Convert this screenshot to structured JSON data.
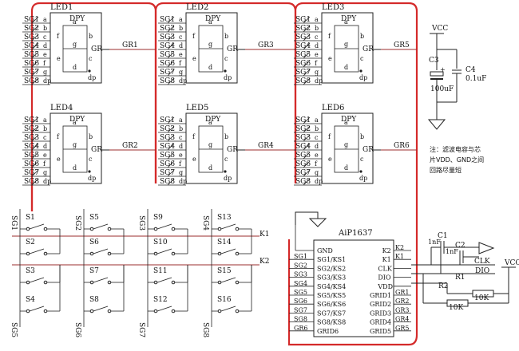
{
  "led": {
    "dpy": "DPY",
    "gr": "GR",
    "pins": [
      "SG1",
      "SG2",
      "SG3",
      "SG4",
      "SG5",
      "SG6",
      "SG7",
      "SG8"
    ],
    "segs": [
      "a",
      "b",
      "c",
      "d",
      "e",
      "f",
      "g",
      "dp"
    ],
    "inner": {
      "a": "a",
      "f": "f",
      "g": "g",
      "b": "b",
      "e": "e",
      "c": "c",
      "d": "d",
      "dp": "dp"
    },
    "modules": [
      {
        "name": "LED1",
        "net": "GR1"
      },
      {
        "name": "LED2",
        "net": "GR3"
      },
      {
        "name": "LED3",
        "net": "GR5"
      },
      {
        "name": "LED4",
        "net": "GR2"
      },
      {
        "name": "LED5",
        "net": "GR4"
      },
      {
        "name": "LED6",
        "net": "GR6"
      }
    ]
  },
  "power": {
    "vcc": "VCC",
    "c3": "C3",
    "c3_val": "100uF",
    "c4": "C4",
    "c4_val": "0.1uF",
    "plus": "+"
  },
  "note": {
    "line1": "注：滤波电容与芯",
    "line2": "片VDD、GND之间",
    "line3": "回路尽量短"
  },
  "keys": {
    "switches": [
      "S1",
      "S5",
      "S9",
      "S13",
      "S2",
      "S6",
      "S10",
      "S14",
      "S3",
      "S7",
      "S11",
      "S15",
      "S4",
      "S8",
      "S12",
      "S16"
    ],
    "top_nets": [
      "SG1",
      "SG2",
      "SG3",
      "SG4"
    ],
    "bottom_nets": [
      "SG5",
      "SG6",
      "SG7",
      "SG8"
    ],
    "k1": "K1",
    "k2": "K2"
  },
  "chip": {
    "name": "AiP1637",
    "left_pins": [
      "GND",
      "SG1/KS1",
      "SG2/KS2",
      "SG3/KS3",
      "SG4/KS4",
      "SG5/KS5",
      "SG6/KS6",
      "SG7/KS7",
      "SG8/KS8",
      "GRID6"
    ],
    "right_pins": [
      "K2",
      "K1",
      "CLK",
      "DIO",
      "VDD",
      "GRID1",
      "GRID2",
      "GRID3",
      "GRID4",
      "GRID5"
    ],
    "left_nets": [
      "SG1",
      "SG2",
      "SG3",
      "SG4",
      "SG5",
      "SG6",
      "SG7",
      "SG8",
      "GR6"
    ],
    "right_nets": [
      "K2",
      "K1",
      "GR1",
      "GR2",
      "GR3",
      "GR4",
      "GR5"
    ]
  },
  "interface": {
    "c1": "C1",
    "c1_val": "1nF",
    "c2": "C2",
    "c2_val": "1nF",
    "clk": "CLK",
    "dio": "DIO",
    "r1": "R1",
    "r2": "R2",
    "r_val": "10K",
    "vcc": "VCC"
  }
}
